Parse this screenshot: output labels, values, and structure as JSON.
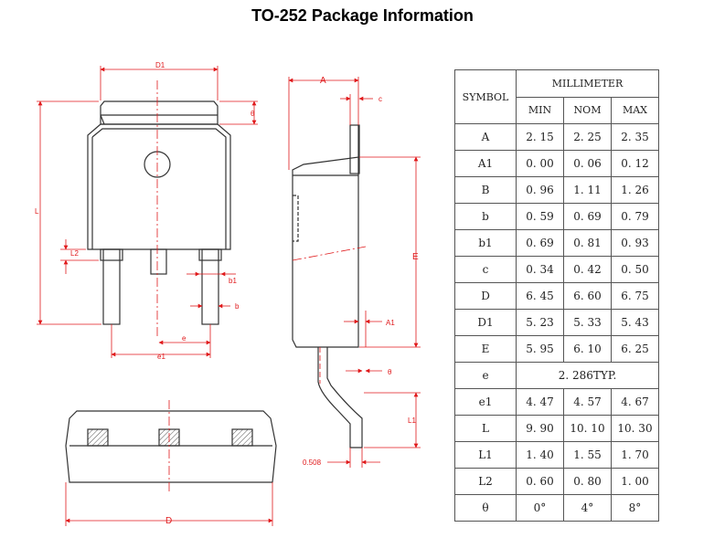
{
  "page": {
    "title": "TO-252 Package Information"
  },
  "drawing": {
    "colors": {
      "outline": "#333333",
      "dimension": "#e0191b",
      "centerline": "#e0191b",
      "hatch": "#555555"
    },
    "labels": {
      "D1": "D1",
      "theta_top": "θ",
      "L": "L",
      "L2": "L2",
      "b1": "b1",
      "b": "b",
      "e": "e",
      "e1": "e1",
      "A": "A",
      "c": "c",
      "E": "E",
      "A1": "A1",
      "theta_side": "θ",
      "L1": "L1",
      "lead_gap": "0.508",
      "D": "D"
    }
  },
  "table": {
    "header": {
      "symbol": "SYMBOL",
      "unit": "MILLIMETER",
      "min": "MIN",
      "nom": "NOM",
      "max": "MAX"
    },
    "rows": [
      {
        "symbol": "A",
        "min": "2. 15",
        "nom": "2. 25",
        "max": "2. 35"
      },
      {
        "symbol": "A1",
        "min": "0. 00",
        "nom": "0. 06",
        "max": "0. 12"
      },
      {
        "symbol": "B",
        "min": "0. 96",
        "nom": "1. 11",
        "max": "1. 26"
      },
      {
        "symbol": "b",
        "min": "0. 59",
        "nom": "0. 69",
        "max": "0. 79"
      },
      {
        "symbol": "b1",
        "min": "0. 69",
        "nom": "0. 81",
        "max": "0. 93"
      },
      {
        "symbol": "c",
        "min": "0. 34",
        "nom": "0. 42",
        "max": "0. 50"
      },
      {
        "symbol": "D",
        "min": "6. 45",
        "nom": "6. 60",
        "max": "6. 75"
      },
      {
        "symbol": "D1",
        "min": "5. 23",
        "nom": "5. 33",
        "max": "5. 43"
      },
      {
        "symbol": "E",
        "min": "5. 95",
        "nom": "6. 10",
        "max": "6. 25"
      },
      {
        "symbol": "e",
        "typ": "2. 286TYP."
      },
      {
        "symbol": "e1",
        "min": "4. 47",
        "nom": "4. 57",
        "max": "4. 67"
      },
      {
        "symbol": "L",
        "min": "9. 90",
        "nom": "10. 10",
        "max": "10. 30"
      },
      {
        "symbol": "L1",
        "min": "1. 40",
        "nom": "1. 55",
        "max": "1. 70"
      },
      {
        "symbol": "L2",
        "min": "0. 60",
        "nom": "0. 80",
        "max": "1. 00"
      },
      {
        "symbol": "θ",
        "min": "0°",
        "nom": "4°",
        "max": "8°"
      }
    ]
  }
}
